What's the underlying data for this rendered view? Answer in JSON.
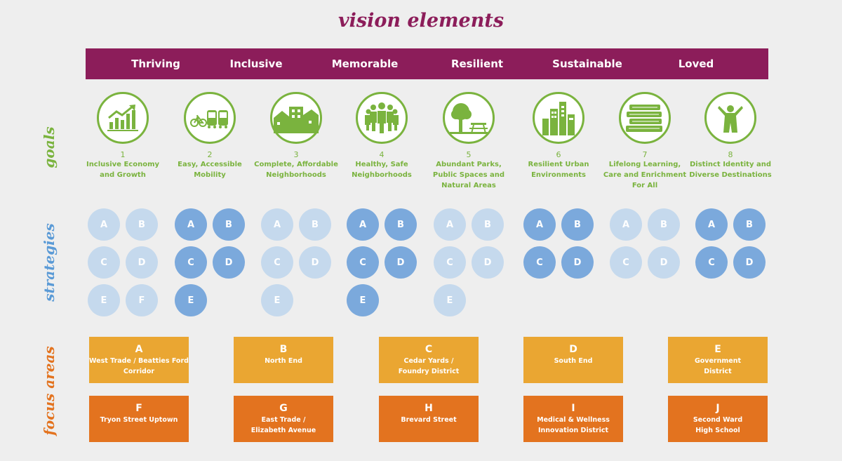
{
  "title": "vision elements",
  "vision_elements": [
    "Thriving",
    "Inclusive",
    "Memorable",
    "Resilient",
    "Sustainable",
    "Loved"
  ],
  "section_labels": {
    "goals": "goals",
    "strategies": "strategies",
    "focus_areas": "focus areas"
  },
  "colors": {
    "vision": "#8c1d5a",
    "goals": "#7ab33e",
    "strategies": "#5a9ad6",
    "strategy_light": "#c5d9ed",
    "strategy_dark": "#7ba9dc",
    "focus_yellow": "#eaa632",
    "focus_orange": "#e3731f"
  },
  "goals": [
    {
      "number": "1",
      "label": "Inclusive Economy and Growth",
      "icon": "growth-chart-icon"
    },
    {
      "number": "2",
      "label": "Easy, Accessible Mobility",
      "icon": "bike-bus-icon"
    },
    {
      "number": "3",
      "label": "Complete, Affordable Neighborhoods",
      "icon": "neighborhood-buildings-icon"
    },
    {
      "number": "4",
      "label": "Healthy, Safe Neighborhoods",
      "icon": "people-group-icon"
    },
    {
      "number": "5",
      "label": "Abundant Parks, Public Spaces and Natural Areas",
      "icon": "tree-picnic-table-icon"
    },
    {
      "number": "6",
      "label": "Resilient Urban Environments",
      "icon": "city-skyline-icon"
    },
    {
      "number": "7",
      "label": "Lifelong Learning, Care and Enrichment For All",
      "icon": "books-icon"
    },
    {
      "number": "8",
      "label": "Distinct Identity and Diverse Destinations",
      "icon": "sculpture-icon"
    }
  ],
  "strategies": [
    {
      "goal": "1",
      "letters": [
        "A",
        "B",
        "C",
        "D",
        "E",
        "F"
      ],
      "shade": "light"
    },
    {
      "goal": "2",
      "letters": [
        "A",
        "B",
        "C",
        "D",
        "E"
      ],
      "shade": "dark"
    },
    {
      "goal": "3",
      "letters": [
        "A",
        "B",
        "C",
        "D",
        "E"
      ],
      "shade": "light"
    },
    {
      "goal": "4",
      "letters": [
        "A",
        "B",
        "C",
        "D",
        "E"
      ],
      "shade": "dark"
    },
    {
      "goal": "5",
      "letters": [
        "A",
        "B",
        "C",
        "D",
        "E"
      ],
      "shade": "light"
    },
    {
      "goal": "6",
      "letters": [
        "A",
        "B",
        "C",
        "D"
      ],
      "shade": "dark"
    },
    {
      "goal": "7",
      "letters": [
        "A",
        "B",
        "C",
        "D"
      ],
      "shade": "light"
    },
    {
      "goal": "8",
      "letters": [
        "A",
        "B",
        "C",
        "D"
      ],
      "shade": "dark"
    }
  ],
  "focus_areas": [
    {
      "letter": "A",
      "name": [
        "West Trade / Beatties Ford",
        "Corridor"
      ],
      "color": "yellow"
    },
    {
      "letter": "B",
      "name": [
        "North End"
      ],
      "color": "yellow"
    },
    {
      "letter": "C",
      "name": [
        "Cedar Yards /",
        "Foundry District"
      ],
      "color": "yellow"
    },
    {
      "letter": "D",
      "name": [
        "South End"
      ],
      "color": "yellow"
    },
    {
      "letter": "E",
      "name": [
        "Government",
        "District"
      ],
      "color": "yellow"
    },
    {
      "letter": "F",
      "name": [
        "Tryon Street Uptown"
      ],
      "color": "orange"
    },
    {
      "letter": "G",
      "name": [
        "East Trade /",
        "Elizabeth Avenue"
      ],
      "color": "orange"
    },
    {
      "letter": "H",
      "name": [
        "Brevard Street"
      ],
      "color": "orange"
    },
    {
      "letter": "I",
      "name": [
        "Medical & Wellness",
        "Innovation District"
      ],
      "color": "orange"
    },
    {
      "letter": "J",
      "name": [
        "Second Ward",
        "High School"
      ],
      "color": "orange"
    }
  ]
}
